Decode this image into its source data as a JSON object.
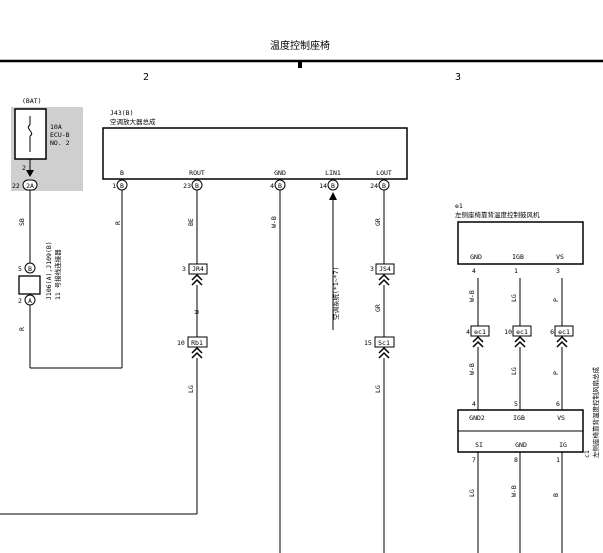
{
  "header": {
    "title": "温度控制座椅",
    "zone_left": "2",
    "zone_right": "3"
  },
  "fuse": {
    "bat": "(BAT)",
    "rating": "10A",
    "name": "ECU-B",
    "number": "NO. 2",
    "top_pin": "2",
    "conn_pin": "2A"
  },
  "amp": {
    "ref": "J43(B)",
    "name": "空调放大器总成",
    "terminals": [
      {
        "label": "B",
        "pin": "1",
        "conn": "B"
      },
      {
        "label": "ROUT",
        "pin": "23",
        "conn": "B"
      },
      {
        "label": "GND",
        "pin": "4",
        "conn": "B"
      },
      {
        "label": "LIN1",
        "pin": "14",
        "conn": "B"
      },
      {
        "label": "LOUT",
        "pin": "24",
        "conn": "B"
      }
    ]
  },
  "wires": {
    "sb": "SB",
    "r_left": "R",
    "r_amp": "R",
    "be": "BE",
    "w1": "W-B",
    "w2": "W",
    "lg1": "LG",
    "gr1": "GR",
    "gr2": "GR",
    "lg2": "LG"
  },
  "junction": {
    "pin_top": "5",
    "pin_top_conn": "B",
    "pin_bot": "2",
    "pin_bot_conn": "A",
    "ref": "J106(A),J109(B)",
    "desc": "11 号接线连接器"
  },
  "connectors": {
    "jr4_pin": "3",
    "jr4": "JR4",
    "rb1_pin": "10",
    "rb1": "Rb1",
    "js4_pin": "3",
    "js4": "JS4",
    "sc1_pin": "15",
    "sc1": "Sc1"
  },
  "lin_label": "空调系统(*1~*7)",
  "blower": {
    "ref": "e1",
    "name": "左侧座椅靠背温度控制鼓风机",
    "terminals": [
      "GND",
      "IGB",
      "VS"
    ],
    "pins": [
      "4",
      "1",
      "3"
    ],
    "wires": [
      "W-B",
      "LG",
      "P"
    ],
    "conn_pins": [
      "4",
      "10",
      "6"
    ],
    "conn": "ec1",
    "wires2": [
      "W-B",
      "LG",
      "P"
    ]
  },
  "ecu": {
    "top_pins": [
      "4",
      "5",
      "6"
    ],
    "top_terminals": [
      "GND2",
      "IGB",
      "VS"
    ],
    "bot_terminals": [
      "SI",
      "GND",
      "IG"
    ],
    "bot_pins": [
      "7",
      "8",
      "1"
    ],
    "wires": [
      "LG",
      "W-B",
      "B"
    ],
    "ref": "c1",
    "name": "左侧座椅靠背温度控制风扇总成"
  }
}
